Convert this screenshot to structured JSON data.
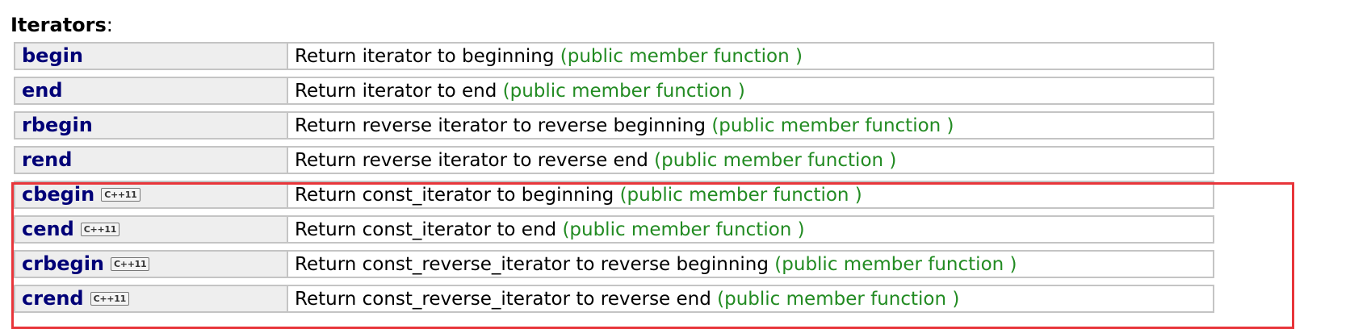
{
  "heading": {
    "title": "Iterators",
    "suffix": ":"
  },
  "rows": [
    {
      "name": "begin",
      "badge": "",
      "description": "Return iterator to beginning",
      "kind": "(public member function )"
    },
    {
      "name": "end",
      "badge": "",
      "description": "Return iterator to end",
      "kind": "(public member function )"
    },
    {
      "name": "rbegin",
      "badge": "",
      "description": "Return reverse iterator to reverse beginning",
      "kind": "(public member function )"
    },
    {
      "name": "rend",
      "badge": "",
      "description": "Return reverse iterator to reverse end",
      "kind": "(public member function )"
    },
    {
      "name": "cbegin",
      "badge": "C++11",
      "description": "Return const_iterator to beginning",
      "kind": "(public member function )"
    },
    {
      "name": "cend",
      "badge": "C++11",
      "description": "Return const_iterator to end",
      "kind": "(public member function )"
    },
    {
      "name": "crbegin",
      "badge": "C++11",
      "description": "Return const_reverse_iterator to reverse beginning",
      "kind": "(public member function )"
    },
    {
      "name": "crend",
      "badge": "C++11",
      "description": "Return const_reverse_iterator to reverse end",
      "kind": "(public member function )"
    }
  ],
  "colors": {
    "member_name": "#000077",
    "member_kind": "#228b22",
    "highlight": "#e8353a",
    "name_cell_bg": "#eeeeee"
  }
}
